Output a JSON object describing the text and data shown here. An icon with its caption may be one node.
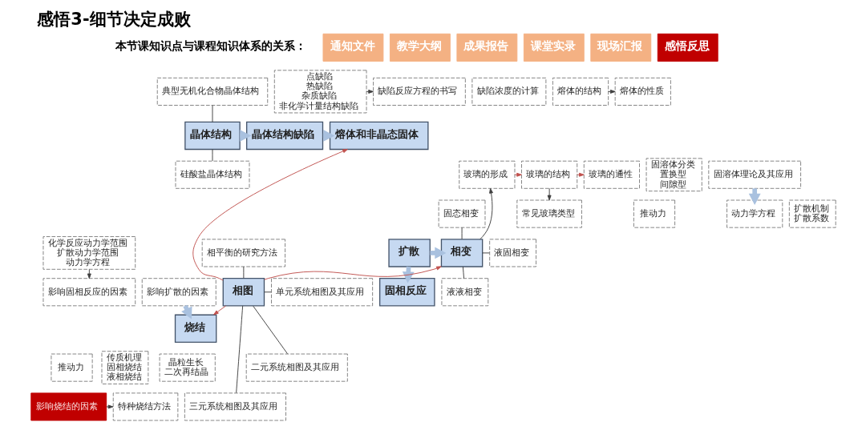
{
  "diagram": {
    "title": "感悟3-细节决定成败",
    "nodes": [
      {
        "text": [
          "通知文件"
        ]
      },
      {
        "text": [
          "教学大纲"
        ]
      },
      {
        "text": [
          "成果报告"
        ]
      },
      {
        "text": [
          "课堂实录"
        ]
      },
      {
        "text": [
          "现场汇报"
        ]
      },
      {
        "text": [
          "感悟反思"
        ]
      },
      {
        "text": [
          "缺陷反应方程的书写"
        ]
      },
      {
        "text": [
          "缺陷浓度的计算"
        ]
      },
      {
        "text": [
          "点缺陷",
          "热缺陷",
          "杂质缺陷",
          "非化学计量结构缺陷"
        ]
      },
      {
        "text": [
          "熔体的结构"
        ]
      },
      {
        "text": [
          "熔体的性质"
        ]
      },
      {
        "text": [
          "典型无机化合物晶体结构"
        ]
      },
      {
        "text": [
          "晶体结构"
        ]
      },
      {
        "text": [
          "晶体结构缺陷"
        ]
      },
      {
        "text": [
          "熔体和非晶态固体"
        ]
      },
      {
        "text": [
          "硅酸盐晶体结构"
        ]
      },
      {
        "text": [
          "固溶体分类",
          "置换型",
          "间隙型"
        ]
      },
      {
        "text": [
          "固溶体理论及其应用"
        ]
      },
      {
        "text": [
          "玻璃的形成"
        ]
      },
      {
        "text": [
          "玻璃的结构"
        ]
      },
      {
        "text": [
          "玻璃的通性"
        ]
      },
      {
        "text": [
          "常见玻璃类型"
        ]
      },
      {
        "text": [
          "化学反应动力学范围",
          "扩散动力学范围",
          "动力学方程"
        ]
      },
      {
        "text": [
          "推动力"
        ]
      },
      {
        "text": [
          "动力学方程"
        ]
      },
      {
        "text": [
          "扩散机制",
          "扩散系数"
        ]
      },
      {
        "text": [
          "固态相变"
        ]
      },
      {
        "text": [
          "固相反应"
        ]
      },
      {
        "text": [
          "扩散"
        ]
      },
      {
        "text": [
          "相变"
        ]
      },
      {
        "text": [
          "液固相变"
        ]
      },
      {
        "text": [
          "影响固相反应的因素"
        ]
      },
      {
        "text": [
          "影响扩散的因素"
        ]
      },
      {
        "text": [
          "液液相变"
        ]
      },
      {
        "text": [
          "相平衡的研究方法"
        ]
      },
      {
        "text": [
          "单元系统相图及其应用"
        ]
      },
      {
        "text": [
          "烧结"
        ]
      },
      {
        "text": [
          "相图"
        ]
      },
      {
        "text": [
          "二元系统相图及其应用"
        ]
      },
      {
        "text": [
          "推动力"
        ]
      },
      {
        "text": [
          "传质机理",
          "固相烧结",
          "液相烧结"
        ]
      },
      {
        "text": [
          "晶粒生长",
          "二次再结晶"
        ]
      },
      {
        "text": [
          "三元系统相图及其应用"
        ]
      },
      {
        "text": [
          "影响烧结的因素"
        ]
      },
      {
        "text": [
          "特种烧结方法"
        ]
      }
    ],
    "edges": [
      {
        "from": 12,
        "to": 13,
        "arrow": "to",
        "style": "thick",
        "color": "#a9c1df"
      },
      {
        "from": 13,
        "to": 14,
        "arrow": "to",
        "style": "thick",
        "color": "#a9c1df"
      },
      {
        "from": 17,
        "to": 24,
        "arrow": "to",
        "style": "thick",
        "color": "#a9c1df"
      },
      {
        "from": 28,
        "to": 27,
        "arrow": "to",
        "style": "thick",
        "color": "#a9c1df"
      },
      {
        "from": 28,
        "to": 29,
        "arrow": "to",
        "style": "thick",
        "color": "#a9c1df"
      },
      {
        "from": 32,
        "to": 36,
        "arrow": "to",
        "style": "thick",
        "color": "#a9c1df"
      },
      {
        "from": 11,
        "to": 12,
        "arrow": "none"
      },
      {
        "from": 12,
        "to": 15,
        "arrow": "none"
      },
      {
        "from": 8,
        "to": 6,
        "arrow": "to"
      },
      {
        "from": 9,
        "to": 10,
        "arrow": "to"
      },
      {
        "from": 18,
        "to": 19,
        "arrow": "to",
        "color": "#c0504d"
      },
      {
        "from": 19,
        "to": 20,
        "arrow": "to",
        "color": "#c0504d"
      },
      {
        "from": 19,
        "to": 21,
        "arrow": "to"
      },
      {
        "from": 29,
        "to": 18,
        "arrow": "to"
      },
      {
        "from": 26,
        "to": 29,
        "arrow": "none"
      },
      {
        "from": 29,
        "to": 30,
        "arrow": "none"
      },
      {
        "from": 29,
        "to": 33,
        "arrow": "none"
      },
      {
        "from": 22,
        "to": 31,
        "arrow": "to"
      },
      {
        "from": 37,
        "to": 14,
        "arrow": "to",
        "color": "#c0504d"
      },
      {
        "from": 37,
        "to": 36,
        "arrow": "to",
        "color": "#c0504d"
      },
      {
        "from": 37,
        "to": 29,
        "arrow": "to",
        "color": "#c0504d"
      },
      {
        "from": 34,
        "to": 37,
        "arrow": "none"
      },
      {
        "from": 37,
        "to": 35,
        "arrow": "none"
      },
      {
        "from": 37,
        "to": 38,
        "arrow": "none"
      },
      {
        "from": 37,
        "to": 42,
        "arrow": "none"
      },
      {
        "from": 43,
        "to": 44,
        "arrow": "to"
      }
    ],
    "labels": [
      "本节课知识点与课程知识体系的关系："
    ]
  }
}
